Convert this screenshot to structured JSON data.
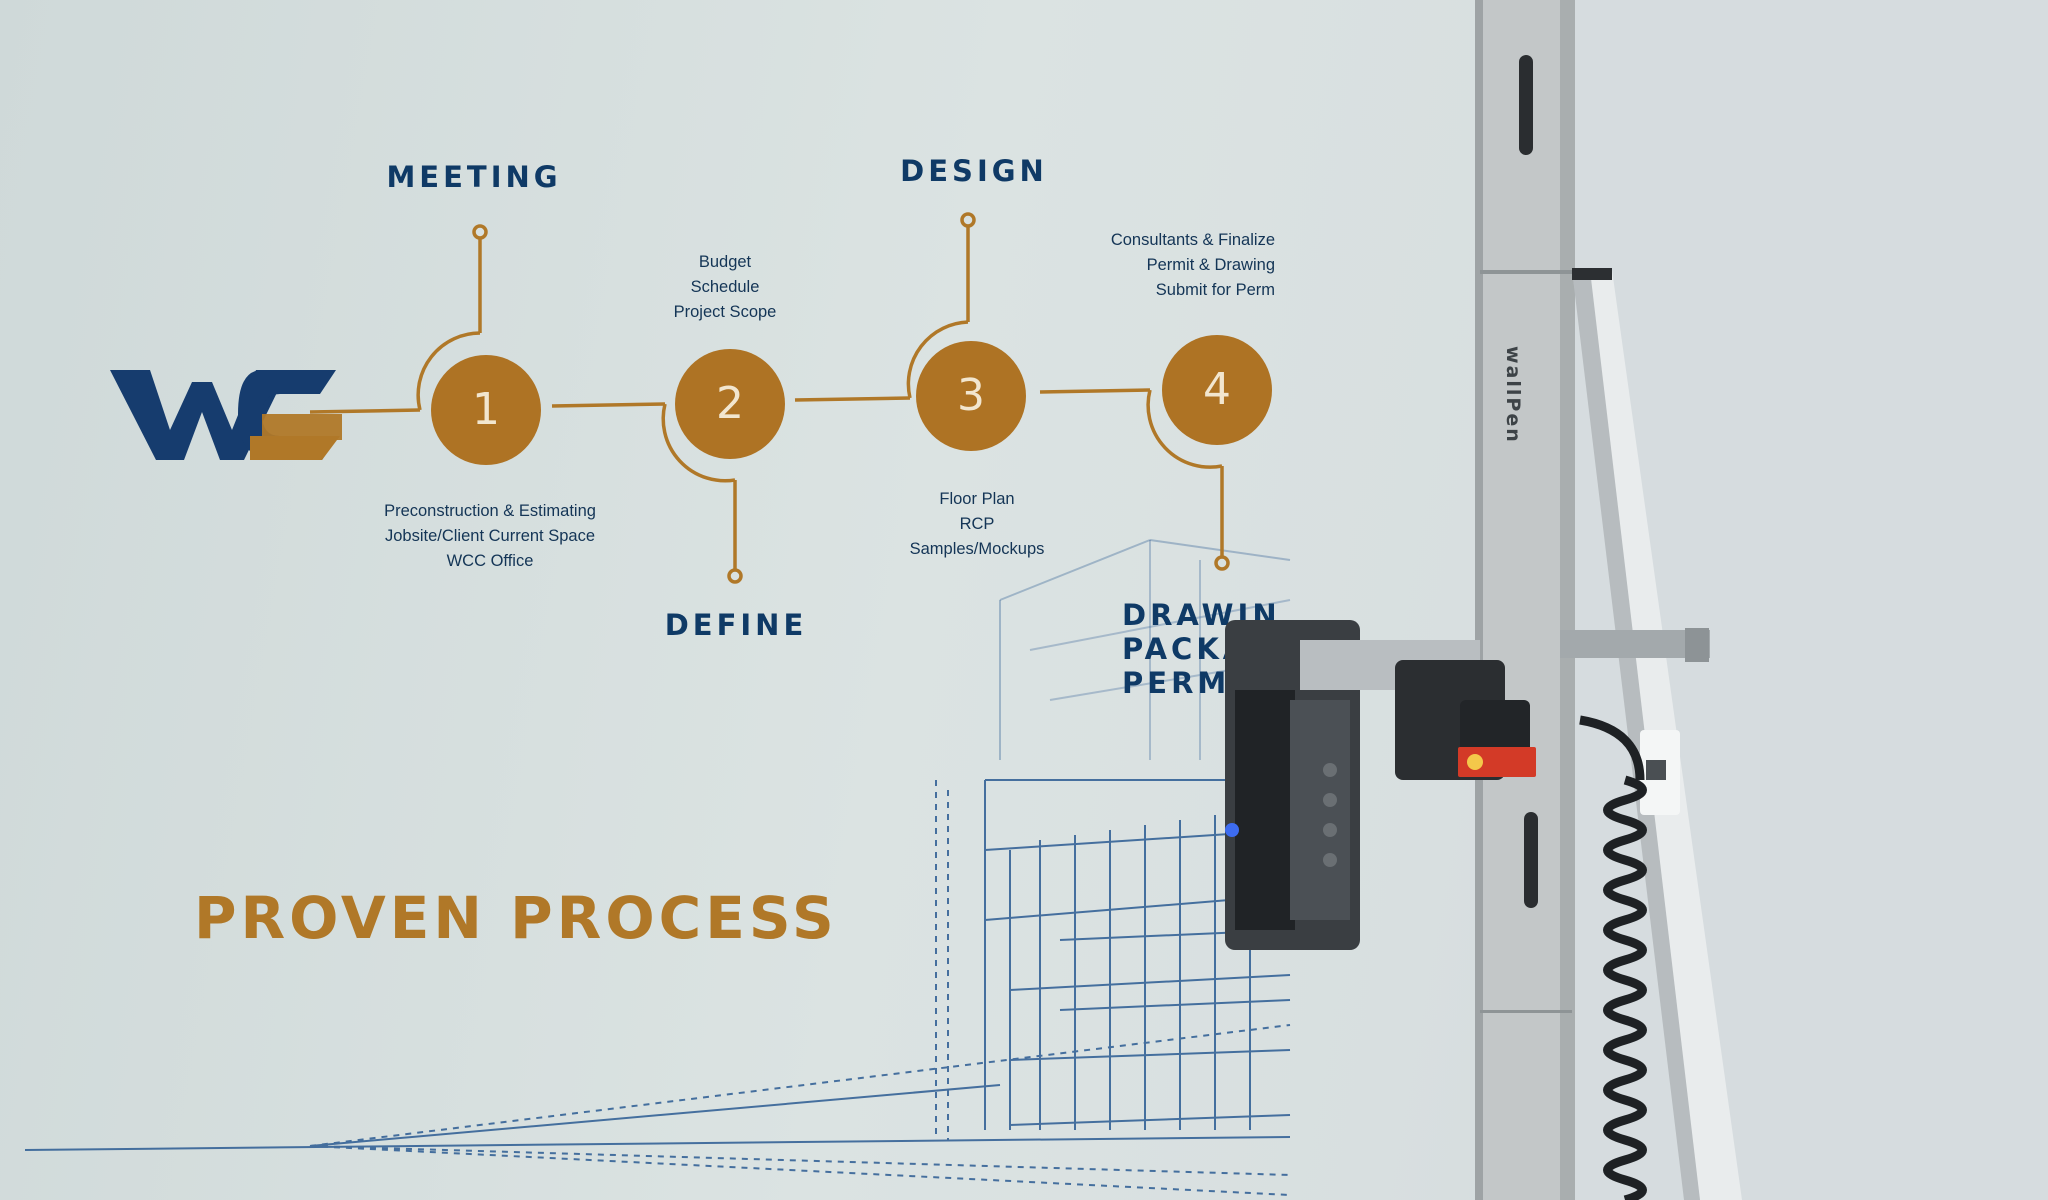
{
  "stages": [
    {
      "number": "1",
      "title": "MEETING",
      "details": [
        "Preconstruction & Estimating",
        "Jobsite/Client Current Space",
        "WCC Office"
      ]
    },
    {
      "number": "2",
      "title": "DEFINE",
      "details": [
        "Budget",
        "Schedule",
        "Project Scope"
      ]
    },
    {
      "number": "3",
      "title": "DESIGN",
      "details": [
        "Floor Plan",
        "RCP",
        "Samples/Mockups"
      ]
    },
    {
      "number": "4",
      "title_lines": [
        "DRAWIN",
        "PACKA",
        "PERMI"
      ],
      "details": [
        "Consultants & Finalize",
        "Permit & Drawing",
        "Submit for Perm"
      ]
    }
  ],
  "headline": "PROVEN PROCESS",
  "printer_brand": "wallPen",
  "colors": {
    "navy": "#0f3a66",
    "gold": "#b07828",
    "circle": "#ae7324",
    "wall": "#d5dedd"
  },
  "icons": [
    "wc-logo-icon",
    "printer-head-icon",
    "warning-label-icon",
    "qr-code-icon",
    "coiled-cable-icon"
  ]
}
